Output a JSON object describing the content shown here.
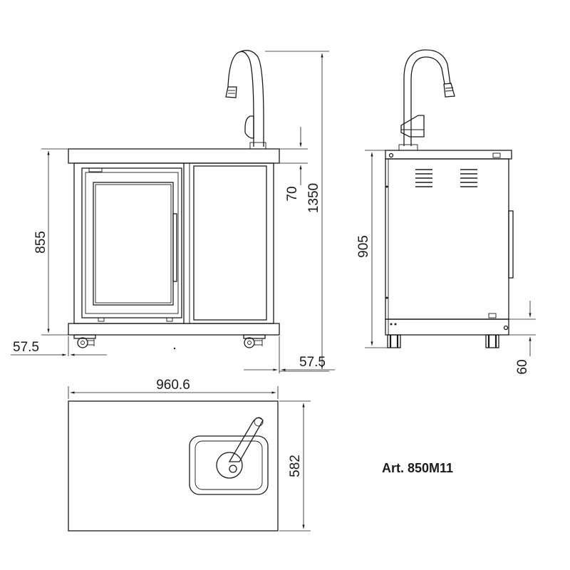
{
  "article": "Art. 850M11",
  "dimensions": {
    "height_cabinet": "855",
    "height_top": "70",
    "height_total": "1350",
    "offset_left": "57.5",
    "offset_right": "57.5",
    "side_height": "905",
    "side_foot": "60",
    "width_top": "960.6",
    "depth_top": "582"
  }
}
